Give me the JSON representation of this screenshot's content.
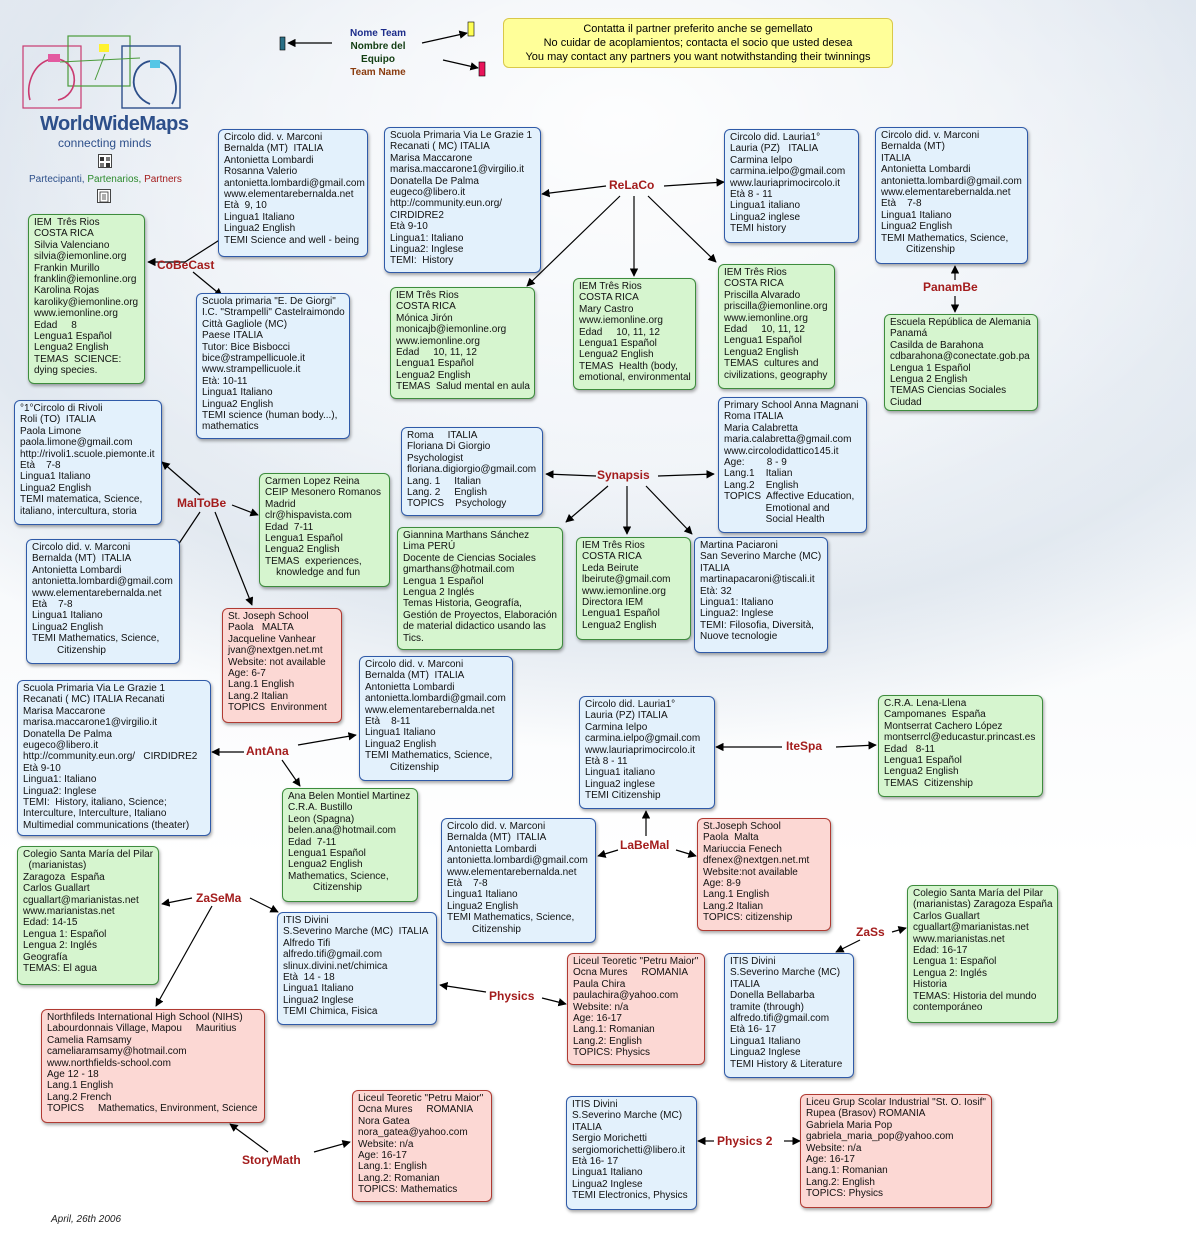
{
  "legend": {
    "team_it": "Nome Team",
    "team_es": "Nombre del Equipo",
    "team_en": "Team Name",
    "colors": {
      "it": "#1c2c8a",
      "es": "#123d12",
      "en": "#8a3c0f"
    }
  },
  "note": [
    "Contatta il partner preferito anche se gemellato",
    "No cuidar de acoplamientos; contacta el socio que usted desea",
    "You may contact any partners you want notwithstanding their twinnings"
  ],
  "logo": {
    "title": "WorldWideMaps",
    "subtitle": "connecting minds",
    "participants": [
      "Partecipanti, ",
      "Partenarios, ",
      "Partners"
    ]
  },
  "date": "April, 26th 2006",
  "teams": [
    "CoBeCast",
    "ReLaCo",
    "PanamBe",
    "MalToBe",
    "Synapsis",
    "AntAna",
    "IteSpa",
    "LaBeMal",
    "ZaSeMa",
    "ZaSs",
    "Physics",
    "StoryMath",
    "Physics 2"
  ],
  "boxes": [
    {
      "id": "b1",
      "color": "blue",
      "lines": [
        "Circolo did. v. Marconi",
        "Bernalda (MT)  ITALIA",
        "Antonietta Lombardi",
        "Rosanna Valerio",
        "antonietta.lombardi@gmail.com",
        "www.elementarebernalda.net",
        "Età  9, 10",
        "Lingua1 Italiano",
        "Lingua2 English",
        "TEMI Science and well - being"
      ]
    },
    {
      "id": "b2",
      "color": "blue",
      "lines": [
        "Scuola Primaria Via Le Grazie 1",
        "Recanati ( MC) ITALIA",
        "Marisa Maccarone",
        "marisa.maccarone1@virgilio.it",
        "Donatella De Palma",
        "eugeco@libero.it",
        "http://community.eun.org/",
        "CIRDIDRE2",
        "Età 9-10",
        "Lingua1: Italiano",
        "Lingua2: Inglese",
        "TEMI:  History"
      ]
    },
    {
      "id": "b3",
      "color": "blue",
      "lines": [
        "Circolo did. Lauria1°",
        "Lauria (PZ)   ITALIA",
        "Carmina Ielpo",
        "carmina.ielpo@gmail.com",
        "www.lauriaprimocircolo.it",
        "Età 8 - 11",
        "Lingua1 italiano",
        "Lingua2 inglese",
        "TEMI history"
      ]
    },
    {
      "id": "b4",
      "color": "blue",
      "lines": [
        "Circolo did. v. Marconi",
        "Bernalda (MT)",
        "ITALIA",
        "Antonietta Lombardi",
        "antonietta.lombardi@gmail.com",
        "www.elementarebernalda.net",
        "Età    7-8",
        "Lingua1 Italiano",
        "Lingua2 English",
        "TEMI Mathematics, Science,",
        "         Citizenship"
      ]
    },
    {
      "id": "b5",
      "color": "green",
      "lines": [
        "IEM  Três Rios",
        "COSTA RICA",
        "Silvia Valenciano",
        "silvia@iemonline.org",
        "Frankin Murillo",
        "franklin@iemonline.org",
        "Karolina Rojas",
        "karoliky@iemonline.org",
        "www.iemonline.org",
        "Edad     8",
        "Lengua1 Español",
        "Lengua2 English",
        "TEMAS  SCIENCE:",
        "dying species."
      ]
    },
    {
      "id": "b6",
      "color": "blue",
      "lines": [
        "Scuola primaria \"E. De Giorgi\"",
        "I.C. \"Strampelli\" Castelraimondo",
        "Città Gagliole (MC)",
        "Paese ITALIA",
        "Tutor: Bice Bisbocci",
        "bice@strampellicuole.it",
        "www.strampellicuole.it",
        "Età: 10-11",
        "Lingua1 Italiano",
        "Lingua2 English",
        "TEMI science (human body...),",
        "mathematics"
      ]
    },
    {
      "id": "b7",
      "color": "green",
      "lines": [
        "IEM Três Rios",
        "COSTA RICA",
        "Mónica Jirón",
        "monicajb@iemonline.org",
        "www.iemonline.org",
        "Edad     10, 11, 12",
        "Lengua1 Español",
        "Lengua2 English",
        "TEMAS  Salud mental en aula"
      ]
    },
    {
      "id": "b8",
      "color": "green",
      "lines": [
        "IEM Três Rios",
        "COSTA RICA",
        "Mary Castro",
        "www.iemonline.org",
        "Edad     10, 11, 12",
        "Lengua1 Español",
        "Lengua2 English",
        "TEMAS  Health (body,",
        "emotional, environmental"
      ]
    },
    {
      "id": "b9",
      "color": "green",
      "lines": [
        "IEM Três Rios",
        "COSTA RICA",
        "Priscilla Alvarado",
        "priscilla@iemonline.org",
        "www.iemonline.org",
        "Edad     10, 11, 12",
        "Lengua1 Español",
        "Lengua2 English",
        "TEMAS  cultures and",
        "civilizations, geography"
      ]
    },
    {
      "id": "b10",
      "color": "green",
      "lines": [
        "Escuela República de Alemania",
        "Panamá",
        "Casilda de Barahona",
        "cdbarahona@conectate.gob.pa",
        "Lengua 1 Español",
        "Lengua 2 English",
        "TEMAS Ciencias Sociales",
        "Ciudad"
      ]
    },
    {
      "id": "b11",
      "color": "blue",
      "lines": [
        "°1°Circolo di Rivoli",
        "Roli (TO)  ITALIA",
        "Paola Limone",
        "paola.limone@gmail.com",
        "http://rivoli1.scuole.piemonte.it",
        "Età    7-8",
        "Lingua1 Italiano",
        "Lingua2 English",
        "TEMI matematica, Science,",
        "italiano, intercultura, storia"
      ]
    },
    {
      "id": "b12",
      "color": "blue",
      "lines": [
        "Roma     ITALIA",
        "Floriana Di Giorgio",
        "Psychologist",
        "floriana.digiorgio@gmail.com",
        "Lang. 1     Italian",
        "Lang. 2     English",
        "TOPICS    Psychology"
      ]
    },
    {
      "id": "b13",
      "color": "blue",
      "lines": [
        "Primary School Anna Magnani",
        "Roma ITALIA",
        "Maria Calabretta",
        "maria.calabretta@gmail.com",
        "www.circolodidattico145.it",
        "Age:        8 - 9",
        "Lang.1    Italian",
        "Lang.2    English",
        "TOPICS  Affective Education,",
        "               Emotional and",
        "               Social Health"
      ]
    },
    {
      "id": "b14",
      "color": "green",
      "lines": [
        "Carmen Lopez Reina",
        "CEIP Mesonero Romanos",
        "Madrid",
        "clr@hispavista.com",
        "Edad  7-11",
        "Lengua1 Español",
        "Lengua2 English",
        "TEMAS  experiences,",
        "    knowledge and fun"
      ]
    },
    {
      "id": "b15",
      "color": "blue",
      "lines": [
        "Circolo did. v. Marconi",
        "Bernalda (MT)  ITALIA",
        "Antonietta Lombardi",
        "antonietta.lombardi@gmail.com",
        "www.elementarebernalda.net",
        "Età    7-8",
        "Lingua1 Italiano",
        "Lingua2 English",
        "TEMI Mathematics, Science,",
        "         Citizenship"
      ]
    },
    {
      "id": "b16",
      "color": "green",
      "lines": [
        "Giannina Marthans Sánchez",
        "Lima PERÚ",
        "Docente de Ciencias Sociales",
        "gmarthans@hotmail.com",
        "Lengua 1 Español",
        "Lengua 2 Inglés",
        "Temas Historia, Geografía,",
        "Gestión de Proyectos, Elaboración",
        "de material didactico usando las",
        "Tics."
      ]
    },
    {
      "id": "b17",
      "color": "green",
      "lines": [
        "IEM Três Rios",
        "COSTA RICA",
        "Leda Beirute",
        "lbeirute@gmail.com",
        "www.iemonline.org",
        "Directora IEM",
        "Lengua1 Español",
        "Lengua2 English"
      ]
    },
    {
      "id": "b18",
      "color": "blue",
      "lines": [
        "Martina Paciaroni",
        "San Severino Marche (MC)",
        "ITALIA",
        "martinapacaroni@tiscali.it",
        "Età: 32",
        "Lingua1: Italiano",
        "Lingua2: Inglese",
        "TEMI: Filosofia, Diversità,",
        "Nuove tecnologie"
      ]
    },
    {
      "id": "b19",
      "color": "red",
      "lines": [
        "St. Joseph School",
        "Paola   MALTA",
        "Jacqueline Vanhear",
        "jvan@nextgen.net.mt",
        "Website: not available",
        "Age: 6-7",
        "Lang.1 English",
        "Lang.2 Italian",
        "TOPICS  Environment"
      ]
    },
    {
      "id": "b20",
      "color": "blue",
      "lines": [
        "Circolo did. v. Marconi",
        "Bernalda (MT)  ITALIA",
        "Antonietta Lombardi",
        "antonietta.lombardi@gmail.com",
        "www.elementarebernalda.net",
        "Età    8-11",
        "Lingua1 Italiano",
        "Lingua2 English",
        "TEMI Mathematics, Science,",
        "         Citizenship"
      ]
    },
    {
      "id": "b21",
      "color": "blue",
      "lines": [
        "Scuola Primaria Via Le Grazie 1",
        "Recanati ( MC) ITALIA Recanati",
        "Marisa Maccarone",
        "marisa.maccarone1@virgilio.it",
        "Donatella De Palma",
        "eugeco@libero.it",
        "http://community.eun.org/   CIRDIDRE2",
        "Età 9-10",
        "Lingua1: Italiano",
        "Lingua2: Inglese",
        "TEMI:  History, italiano, Science;",
        "Interculture, Interculture, Italiano",
        "Multimedial communications (theater)"
      ]
    },
    {
      "id": "b22",
      "color": "blue",
      "lines": [
        "Circolo did. Lauria1°",
        "Lauria (PZ) ITALIA",
        "Carmina Ielpo",
        "carmina.ielpo@gmail.com",
        "www.lauriaprimocircolo.it",
        "Età 8 - 11",
        "Lingua1 italiano",
        "Lingua2 inglese",
        "TEMI Citizenship"
      ]
    },
    {
      "id": "b23",
      "color": "green",
      "lines": [
        "C.R.A. Lena-Llena",
        "Campomanes  España",
        "Montserrat Cachero López",
        "montserrcl@educastur.princast.es",
        "Edad   8-11",
        "Lengua1 Español",
        "Lengua2 English",
        "TEMAS  Citizenship"
      ]
    },
    {
      "id": "b24",
      "color": "green",
      "lines": [
        "Ana Belen Montiel Martinez",
        "C.R.A. Bustillo",
        "Leon (Spagna)",
        "belen.ana@hotmail.com",
        "Edad  7-11",
        "Lengua1 Español",
        "Lengua2 English",
        "Mathematics, Science,",
        "         Citizenship"
      ]
    },
    {
      "id": "b25",
      "color": "blue",
      "lines": [
        "Circolo did. v. Marconi",
        "Bernalda (MT)  ITALIA",
        "Antonietta Lombardi",
        "antonietta.lombardi@gmail.com",
        "www.elementarebernalda.net",
        "Età    7-8",
        "Lingua1 Italiano",
        "Lingua2 English",
        "TEMI Mathematics, Science,",
        "         Citizenship"
      ]
    },
    {
      "id": "b26",
      "color": "red",
      "lines": [
        "St.Joseph School",
        "Paola  Malta",
        "Mariuccia Fenech",
        "dfenex@nextgen.net.mt",
        "Website:not available",
        "Age: 8-9",
        "Lang.1 English",
        "Lang.2 Italian",
        "TOPICS: citizenship"
      ]
    },
    {
      "id": "b27",
      "color": "green",
      "lines": [
        "Colegio Santa María del Pilar",
        "  (marianistas)",
        "Zaragoza  España",
        "Carlos Guallart",
        "cguallart@marianistas.net",
        "www.marianistas.net",
        "Edad: 14-15",
        "Lengua 1: Español",
        "Lengua 2: Inglés",
        "Geografía",
        "TEMAS: El agua"
      ]
    },
    {
      "id": "b28",
      "color": "blue",
      "lines": [
        "ITIS Divini",
        "S.Severino Marche (MC)  ITALIA",
        "Alfredo Tifi",
        "alfredo.tifi@gmail.com",
        "slinux.divini.net/chimica",
        "Età  14 - 18",
        "Lingua1 Italiano",
        "Lingua2 Inglese",
        "TEMI Chimica, Fisica"
      ]
    },
    {
      "id": "b29",
      "color": "green",
      "lines": [
        "Colegio Santa María del Pilar",
        "(marianistas) Zaragoza España",
        "Carlos Guallart",
        "cguallart@marianistas.net",
        "www.marianistas.net",
        "Edad: 16-17",
        "Lengua 1: Español",
        "Lengua 2: Inglés",
        "Historia",
        "TEMAS: Historia del mundo",
        "contemporáneo"
      ]
    },
    {
      "id": "b30",
      "color": "red",
      "lines": [
        "Liceul Teoretic \"Petru Maior\"",
        "Ocna Mures     ROMANIA",
        "Paula Chira",
        "paulachira@yahoo.com",
        "Website: n/a",
        "Age: 16-17",
        "Lang.1: Romanian",
        "Lang.2: English",
        "TOPICS: Physics"
      ]
    },
    {
      "id": "b31",
      "color": "blue",
      "lines": [
        "ITIS Divini",
        "S.Severino Marche (MC)",
        "ITALIA",
        "Donella Bellabarba",
        "tramite (through)",
        "alfredo.tifi@gmail.com",
        "Età 16- 17",
        "Lingua1 Italiano",
        "Lingua2 Inglese",
        "TEMI History & Literature"
      ]
    },
    {
      "id": "b32",
      "color": "red",
      "lines": [
        "Northfileds International High School (NIHS)",
        "Labourdonnais Village, Mapou     Mauritius",
        "Camelia Ramsamy",
        "cameliaramsamy@hotmail.com",
        "www.northfields-school.com",
        "Age 12 - 18",
        "Lang.1 English",
        "Lang.2 French",
        "TOPICS     Mathematics, Environment, Science"
      ]
    },
    {
      "id": "b33",
      "color": "red",
      "lines": [
        "Liceul Teoretic \"Petru Maior\"",
        "Ocna Mures     ROMANIA",
        "Nora Gatea",
        "nora_gatea@yahoo.com",
        "Website: n/a",
        "Age: 16-17",
        "Lang.1: English",
        "Lang.2: Romanian",
        "TOPICS: Mathematics"
      ]
    },
    {
      "id": "b34",
      "color": "blue",
      "lines": [
        "ITIS Divini",
        "S.Severino Marche (MC)",
        "ITALIA",
        "Sergio Morichetti",
        "sergiomorichetti@libero.it",
        "Età 16- 17",
        "Lingua1 Italiano",
        "Lingua2 Inglese",
        "TEMI Electronics, Physics"
      ]
    },
    {
      "id": "b35",
      "color": "red",
      "lines": [
        "Liceu Grup Scolar Industrial \"St. O. Iosif\"",
        "Rupea (Brasov) ROMANIA",
        "Gabriela Maria Pop",
        "gabriela_maria_pop@yahoo.com",
        "Website: n/a",
        "Age: 16-17",
        "Lang.1: Romanian",
        "Lang.2: English",
        "TOPICS: Physics"
      ]
    }
  ]
}
